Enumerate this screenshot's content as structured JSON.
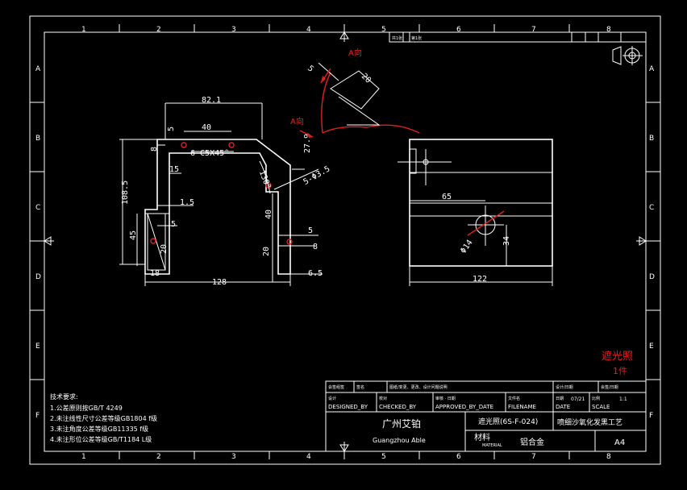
{
  "border": {
    "col_numbers": [
      "1",
      "2",
      "3",
      "4",
      "5",
      "6",
      "7",
      "8"
    ],
    "row_letters": [
      "A",
      "B",
      "C",
      "D",
      "E",
      "F"
    ]
  },
  "top_strip": {
    "cells": [
      "共1张",
      "第1张"
    ]
  },
  "front_view": {
    "dims": {
      "d82_1": "82.1",
      "d40_top": "40",
      "d5_top": "5",
      "d8_left": "8",
      "chamfer": "6-C5X45°",
      "d15": "15",
      "d108_5": "108.5",
      "d1_5": "1.5",
      "d5_mid": "5",
      "d45": "45",
      "d20_left": "20",
      "d18": "18",
      "d128": "128",
      "d6_5": "6.5",
      "d27_9": "27.9",
      "d130": "130°",
      "d5_3_5": "5-Φ3.5",
      "d40_right": "40",
      "d5_right": "5",
      "d8_right": "8",
      "d20_right": "20"
    }
  },
  "detail_view": {
    "arrow_label_1": "A向",
    "arrow_label_2": "A向",
    "d5": "5",
    "d20": "20"
  },
  "side_view": {
    "d65": "65",
    "d122": "122",
    "d34": "34",
    "d14": "Φ14"
  },
  "notes": {
    "title": "技术要求:",
    "lines": [
      "1.公差原则按GB/T 4249",
      "2.未注线性尺寸公差等级GB1804 f级",
      "3.未注角度公差等级GB11335 f级",
      "4.未注形位公差等级GB/T1184 L级"
    ]
  },
  "stamp": {
    "name": "遮光照",
    "qty": "1件"
  },
  "title_block": {
    "row1": [
      "会签组签",
      "签名",
      "图纸/变更、更改、设计问题说明",
      "设计/日期",
      "会签/日期"
    ],
    "designed_cn": "设计",
    "designed_en": "DESIGNED_BY",
    "checked_cn": "校对",
    "checked_en": "CHECKED_BY",
    "approved_cn": "审核 · 日期",
    "approved_en": "APPROVED_BY_DATE",
    "filename_cn": "文件名",
    "filename_en": "FILENAME",
    "date_cn": "日期",
    "date_val": "07/21",
    "date_en": "DATE",
    "scale_cn": "比例",
    "scale_val": "1:1",
    "scale_en": "SCALE",
    "company_cn": "广州艾铂",
    "company_en": "Guangzhou Able",
    "part_name": "遮光照(6S-F-024)",
    "process": "喷细沙氧化发黑工艺",
    "material_cn": "材料",
    "material_en": "MATERIAL",
    "material_val": "铝合金",
    "sheet_size": "A4"
  },
  "colors": {
    "line": "#ffffff",
    "accent": "#e02020",
    "background": "#000000"
  }
}
